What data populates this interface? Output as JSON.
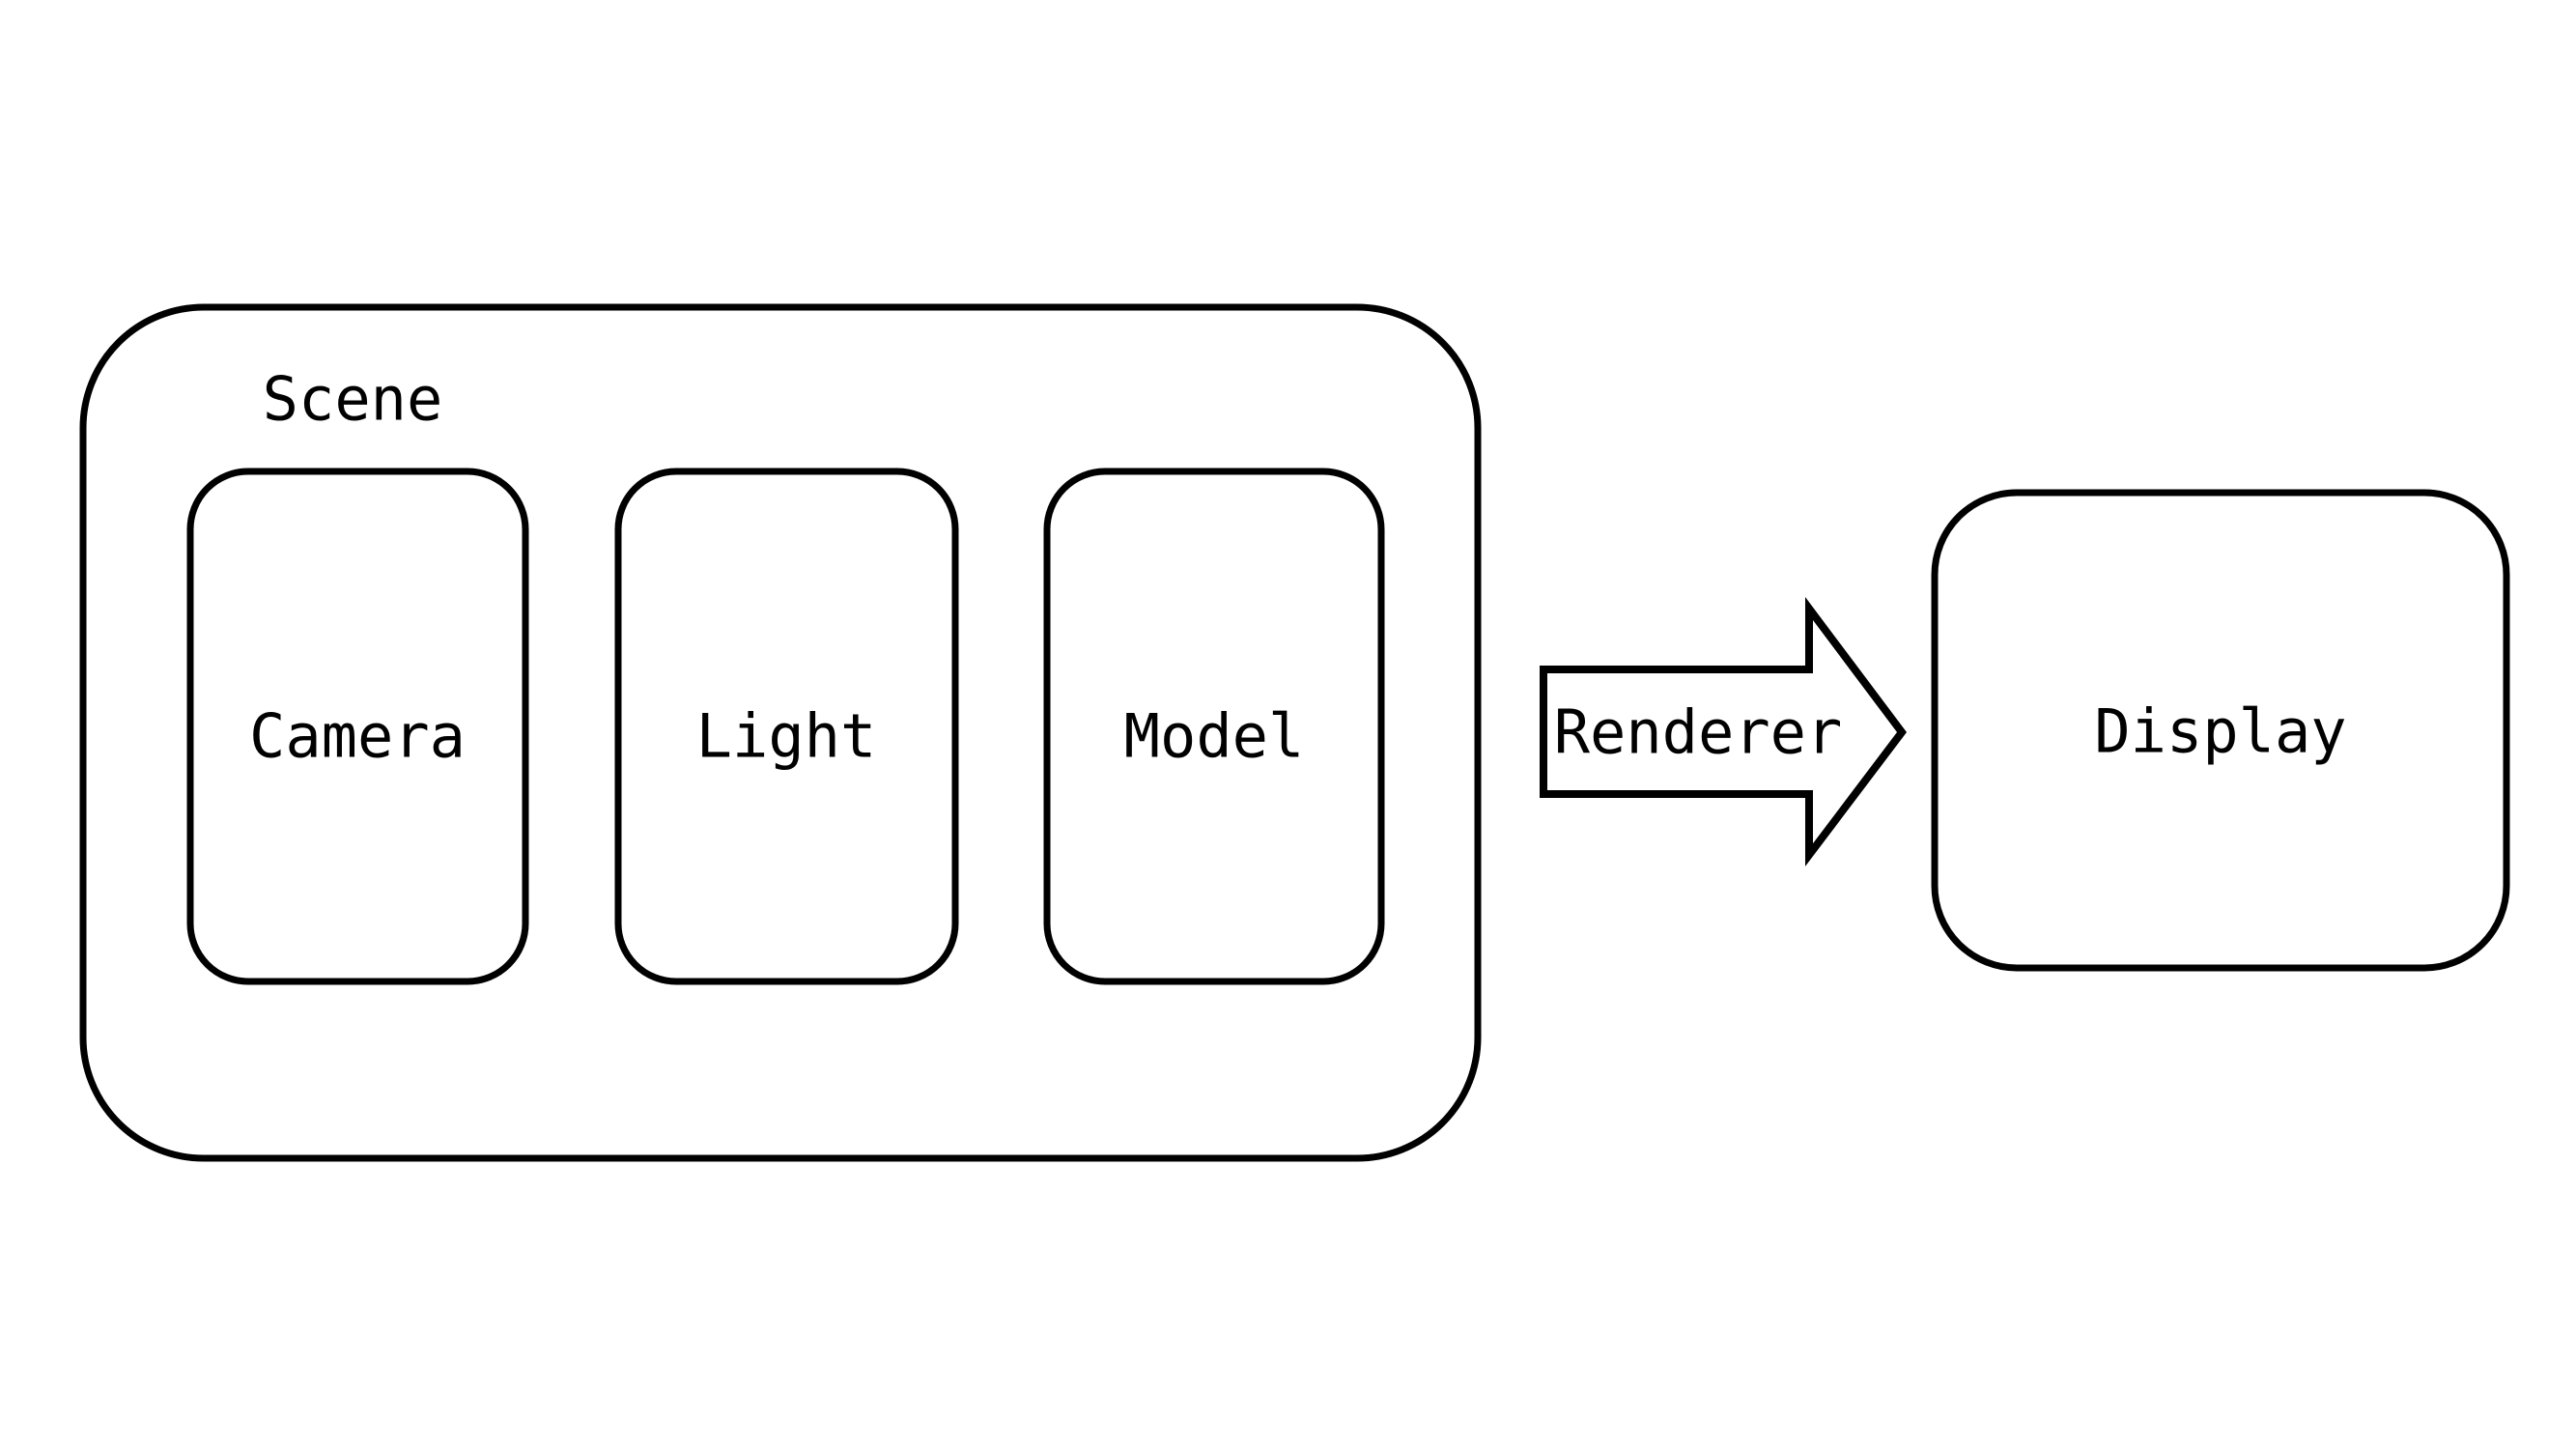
{
  "diagram": {
    "background_color": "#ffffff",
    "line_color": "#000000",
    "scene": {
      "label": "Scene",
      "children": [
        {
          "label": "Camera"
        },
        {
          "label": "Light"
        },
        {
          "label": "Model"
        }
      ]
    },
    "arrow": {
      "label": "Renderer",
      "direction": "right"
    },
    "display": {
      "label": "Display"
    }
  }
}
